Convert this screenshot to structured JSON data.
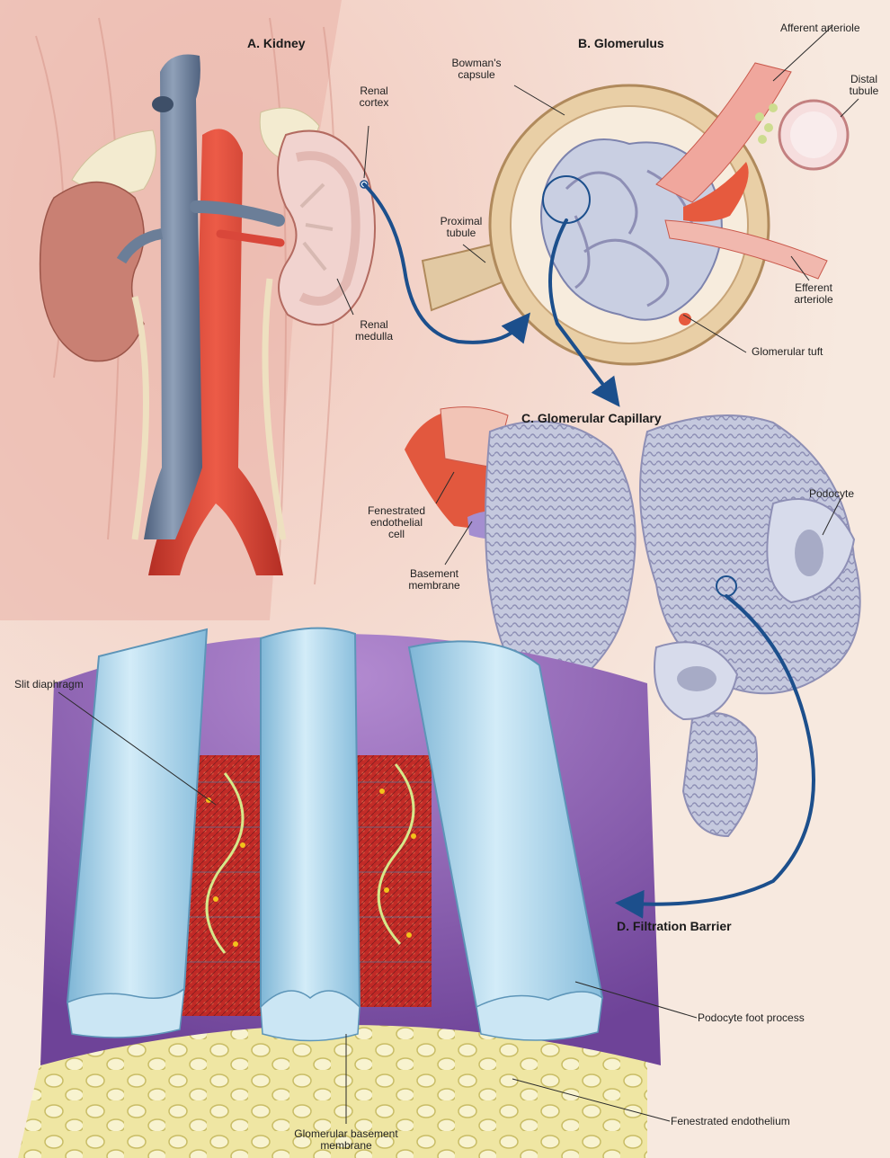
{
  "sections": {
    "kidney": "A. Kidney",
    "glomerulus": "B. Glomerulus",
    "capillary": "C. Glomerular Capillary",
    "barrier": "D. Filtration Barrier"
  },
  "labels": {
    "afferent_arteriole": "Afferent arteriole",
    "bowmans_capsule_1": "Bowman's",
    "bowmans_capsule_2": "capsule",
    "renal_cortex_1": "Renal",
    "renal_cortex_2": "cortex",
    "distal_tubule_1": "Distal",
    "distal_tubule_2": "tubule",
    "proximal_tubule_1": "Proximal",
    "proximal_tubule_2": "tubule",
    "efferent_arteriole_1": "Efferent",
    "efferent_arteriole_2": "arteriole",
    "renal_medulla_1": "Renal",
    "renal_medulla_2": "medulla",
    "glomerular_tuft": "Glomerular tuft",
    "fenestrated_cell_1": "Fenestrated",
    "fenestrated_cell_2": "endothelial",
    "fenestrated_cell_3": "cell",
    "podocyte": "Podocyte",
    "basement_membrane_1": "Basement",
    "basement_membrane_2": "membrane",
    "slit_diaphragm": "Slit diaphragm",
    "podocyte_foot_process": "Podocyte foot process",
    "fenestrated_endothelium": "Fenestrated endothelium",
    "gbm_1": "Glomerular basement",
    "gbm_2": "membrane"
  },
  "colors": {
    "background": "#f7e7dc",
    "artery": "#d9473a",
    "vein": "#6b7e98",
    "kidney": "#c98073",
    "capsule": "#e9cfa6",
    "podocyte": "#c9cfe2",
    "membrane": "#8e63b3",
    "foot_process": "#a8d3ea",
    "slit": "#c4271f",
    "endothelium": "#efe6a3",
    "arrow": "#1c4f8c"
  }
}
